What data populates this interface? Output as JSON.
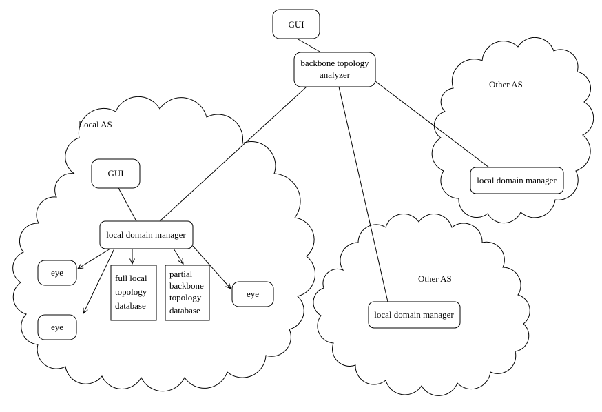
{
  "colors": {
    "ink": "#000000",
    "paper": "#ffffff"
  },
  "nodes": {
    "gui_top": "GUI",
    "backbone_line1": "backbone topology",
    "backbone_line2": "analyzer",
    "gui_local": "GUI",
    "ldm_local": "local domain manager",
    "eye_top_left": "eye",
    "eye_bottom_left": "eye",
    "eye_right": "eye",
    "full_db_line1": "full local",
    "full_db_line2": "topology",
    "full_db_line3": "database",
    "partial_db_line1": "partial",
    "partial_db_line2": "backbone",
    "partial_db_line3": "topology",
    "partial_db_line4": "database",
    "ldm_other_top": "local domain manager",
    "ldm_other_bottom": "local domain manager"
  },
  "regions": {
    "local_as_label": "Local AS",
    "other_as_top_label": "Other AS",
    "other_as_bottom_label": "Other AS"
  }
}
